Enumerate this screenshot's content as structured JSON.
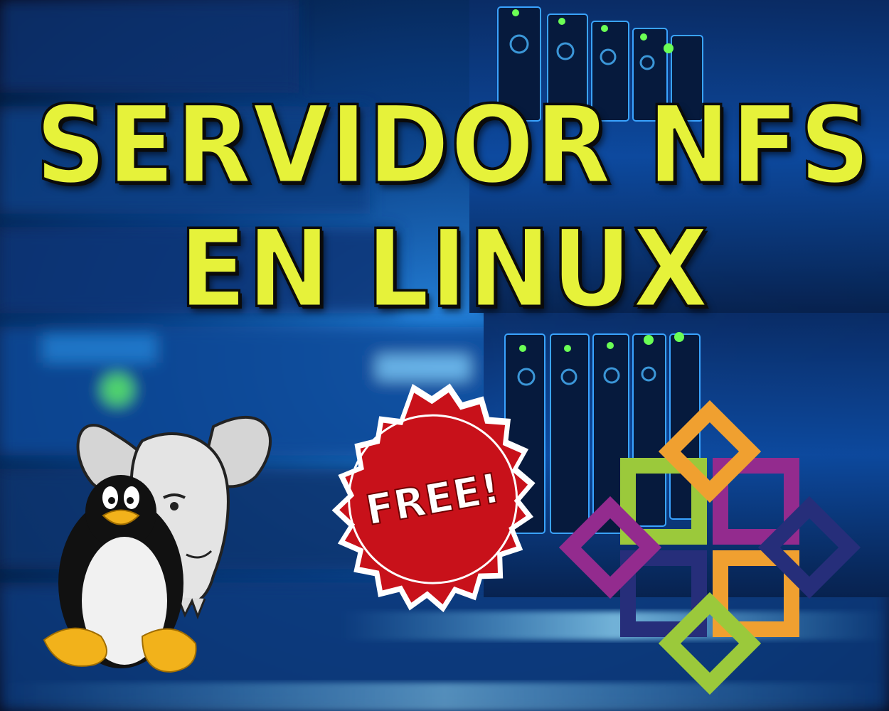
{
  "title": {
    "line1": "SERVIDOR NFS",
    "line2": "EN LINUX",
    "color": "#e6f23a"
  },
  "badge": {
    "label": "FREE!",
    "color": "#c8111a"
  },
  "logos": [
    "gnu-head-icon",
    "tux-penguin-icon",
    "centos-logo-icon"
  ],
  "colors": {
    "background": "#062a66",
    "accent_blue": "#1e90ff",
    "centos_green": "#9bc93b",
    "centos_orange": "#f0a030",
    "centos_purple": "#932b8e",
    "centos_navy": "#262e7a"
  }
}
